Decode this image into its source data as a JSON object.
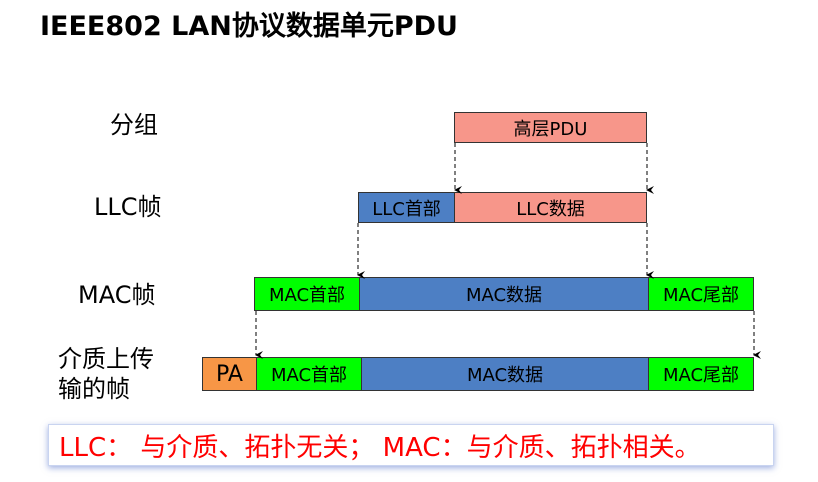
{
  "title": "IEEE802 LAN协议数据单元PDU",
  "rows": {
    "packet": "分组",
    "llc_frame": "LLC帧",
    "mac_frame": "MAC帧",
    "medium_line1": "介质上传",
    "medium_line2": "输的帧"
  },
  "blocks": {
    "upper_pdu": "高层PDU",
    "llc_header": "LLC首部",
    "llc_data": "LLC数据",
    "mac_header": "MAC首部",
    "mac_data": "MAC数据",
    "mac_trailer": "MAC尾部",
    "pa": "PA",
    "mac_header_2": "MAC首部",
    "mac_data_2": "MAC数据",
    "mac_trailer_2": "MAC尾部"
  },
  "note": "LLC： 与介质、拓扑无关；  MAC：与介质、拓扑相关。",
  "colors": {
    "pdu_pink": "#f7968a",
    "header_blue": "#4d7fc4",
    "mac_green": "#00ff00",
    "pa_orange": "#f79646",
    "note_red": "#ff0000"
  }
}
